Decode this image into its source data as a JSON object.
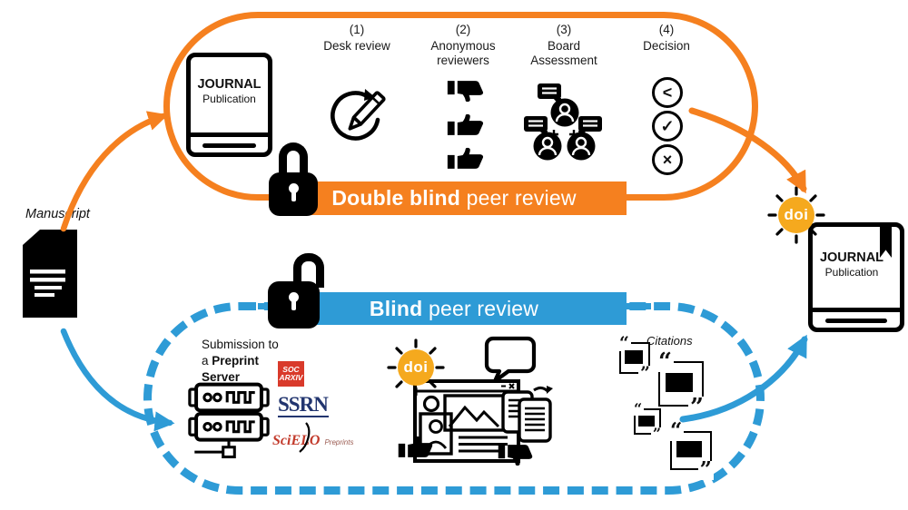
{
  "colors": {
    "orange": "#F5801F",
    "blue": "#2E9BD6",
    "doi_orange": "#F5A91E",
    "socarxiv_red": "#D93A2B",
    "ssrn_navy": "#22356F",
    "scielo_red": "#C23A2B"
  },
  "manuscript": {
    "label": "Manuscript"
  },
  "doi": {
    "label": "doi"
  },
  "book": {
    "title": "JOURNAL",
    "subtitle": "Publication"
  },
  "icons": {
    "open_quote": "“",
    "close_quote": "”",
    "decision_revise": "<",
    "decision_accept": "✓",
    "decision_reject": "×"
  },
  "top": {
    "banner_bold": "Double blind",
    "banner_rest": " peer review",
    "steps": [
      {
        "num": "(1)",
        "lines": [
          "Desk review"
        ]
      },
      {
        "num": "(2)",
        "lines": [
          "Anonymous",
          "reviewers"
        ]
      },
      {
        "num": "(3)",
        "lines": [
          "Board",
          "Assessment"
        ]
      },
      {
        "num": "(4)",
        "lines": [
          "Decision"
        ]
      }
    ]
  },
  "bottom": {
    "banner_bold": "Blind",
    "banner_rest": " peer review",
    "submission_line1": "Submission to",
    "submission_line2a": "a ",
    "submission_line2b": "Preprint",
    "submission_line3": "Server",
    "servers": [
      {
        "name": "SocArXiv",
        "line1": "SOC",
        "line2": "ARXIV"
      },
      {
        "name": "SSRN",
        "text": "SSRN"
      },
      {
        "name": "SciELO Preprints",
        "text": "SciELO",
        "suffix": "Preprints"
      }
    ],
    "citations_label": "Citations"
  }
}
